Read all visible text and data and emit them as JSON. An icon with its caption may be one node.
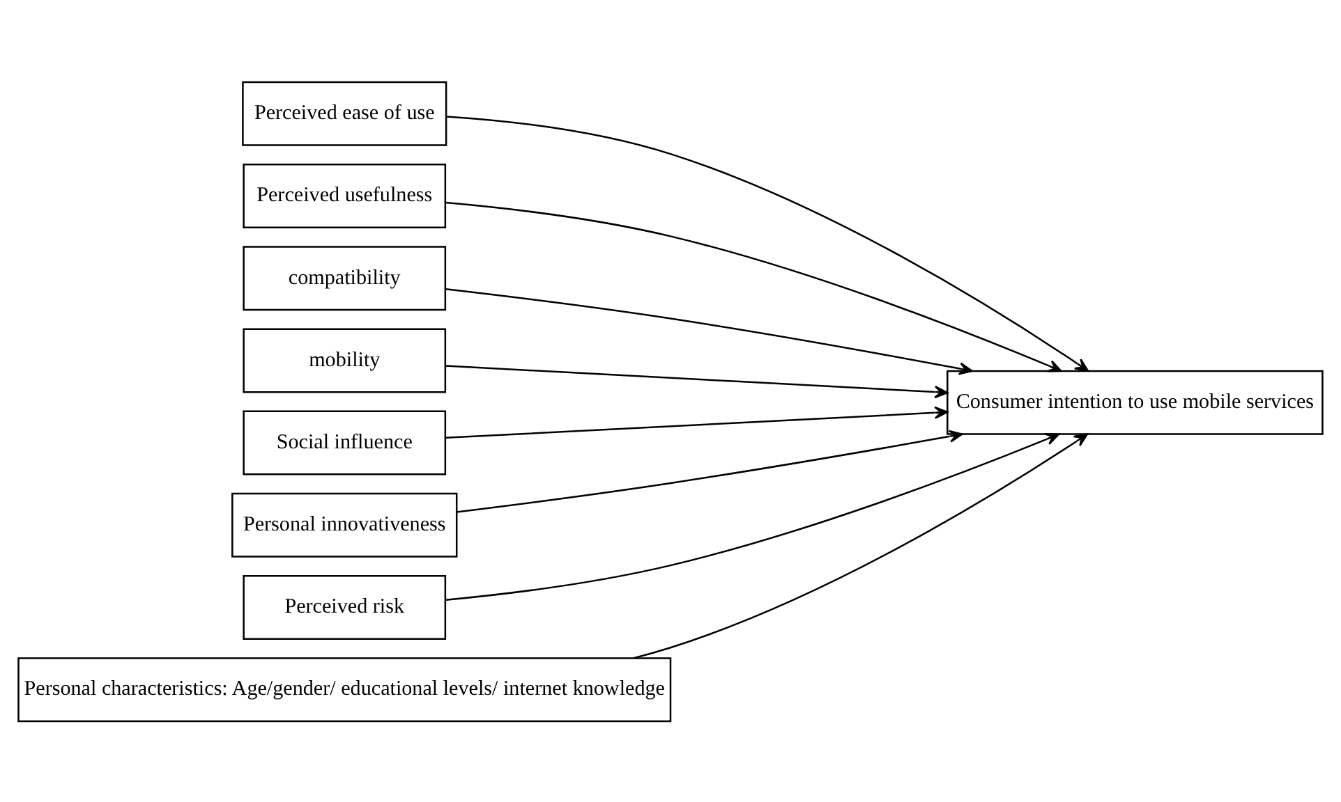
{
  "diagram": {
    "nodes": [
      {
        "text": [
          "Perceived ease of use"
        ]
      },
      {
        "text": [
          "Perceived usefulness"
        ]
      },
      {
        "text": [
          "compatibility"
        ]
      },
      {
        "text": [
          "mobility"
        ]
      },
      {
        "text": [
          "Social influence"
        ]
      },
      {
        "text": [
          "Personal innovativeness"
        ]
      },
      {
        "text": [
          "Perceived risk"
        ]
      },
      {
        "text": [
          "Personal characteristics: Age/gender/ educational levels/ internet knowledge"
        ]
      },
      {
        "text": [
          "Consumer intention to use mobile services"
        ]
      }
    ],
    "edges": [
      {
        "from": 0,
        "to": 8,
        "arrow": "to"
      },
      {
        "from": 1,
        "to": 8,
        "arrow": "to"
      },
      {
        "from": 2,
        "to": 8,
        "arrow": "to"
      },
      {
        "from": 3,
        "to": 8,
        "arrow": "to"
      },
      {
        "from": 4,
        "to": 8,
        "arrow": "to"
      },
      {
        "from": 5,
        "to": 8,
        "arrow": "to"
      },
      {
        "from": 6,
        "to": 8,
        "arrow": "to"
      },
      {
        "from": 7,
        "to": 8,
        "arrow": "to"
      }
    ]
  }
}
